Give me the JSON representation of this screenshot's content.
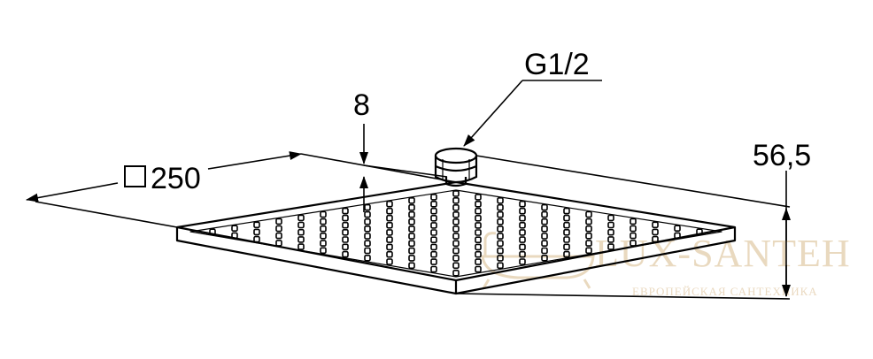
{
  "dimensions": {
    "width_label": "250",
    "width_symbol": "square",
    "thickness_label": "8",
    "thread_label": "G1/2",
    "height_label": "56,5"
  },
  "watermark": {
    "title": "LUX-SANTEH",
    "subtitle": "ЕВРОПЕЙСКАЯ САНТЕХНИКА"
  },
  "colors": {
    "line": "#000000",
    "watermark": "#e9d9bf"
  }
}
